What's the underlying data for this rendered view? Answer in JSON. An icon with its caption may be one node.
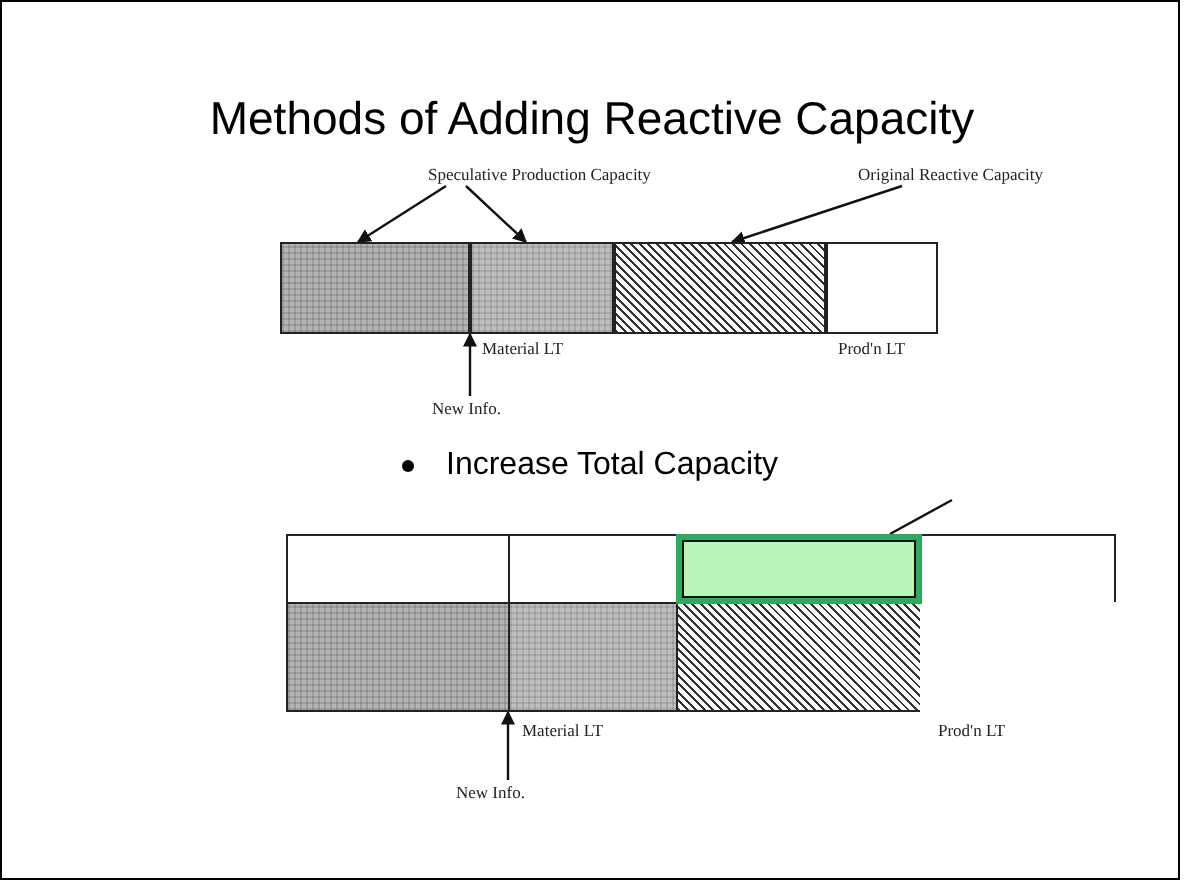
{
  "diagram": {
    "title": "Methods of Adding Reactive Capacity",
    "nodes": [
      {
        "text": [
          "Speculative Production Capacity"
        ]
      },
      {
        "text": [
          "Original Reactive Capacity"
        ]
      },
      {
        "text": [],
        "shape": "box"
      },
      {
        "text": [],
        "shape": "box"
      },
      {
        "text": [],
        "shape": "box"
      },
      {
        "text": [],
        "shape": "box"
      },
      {
        "text": [
          "New Info."
        ]
      },
      {
        "text": [],
        "shape": "box"
      },
      {
        "text": [],
        "shape": "box"
      },
      {
        "text": [],
        "shape": "box"
      },
      {
        "text": [],
        "shape": "box"
      },
      {
        "text": [],
        "shape": "box"
      },
      {
        "text": [],
        "shape": "box"
      },
      {
        "text": [],
        "shape": "box"
      },
      {
        "text": [],
        "shape": "box"
      },
      {
        "text": [
          "New Info."
        ]
      }
    ],
    "edges": [
      {
        "from": 0,
        "to": 2,
        "arrow": "to"
      },
      {
        "from": 0,
        "to": 3,
        "arrow": "to"
      },
      {
        "from": 1,
        "to": 4,
        "arrow": "to"
      },
      {
        "from": 6,
        "to": 3,
        "arrow": "to"
      },
      {
        "from": 9,
        "to": null,
        "arrow": "none"
      },
      {
        "from": 15,
        "to": 12,
        "arrow": "to"
      }
    ],
    "labels": [
      "Material LT",
      "Prod'n LT",
      "Increase Total Capacity",
      "Material LT",
      "Prod'n LT"
    ]
  }
}
